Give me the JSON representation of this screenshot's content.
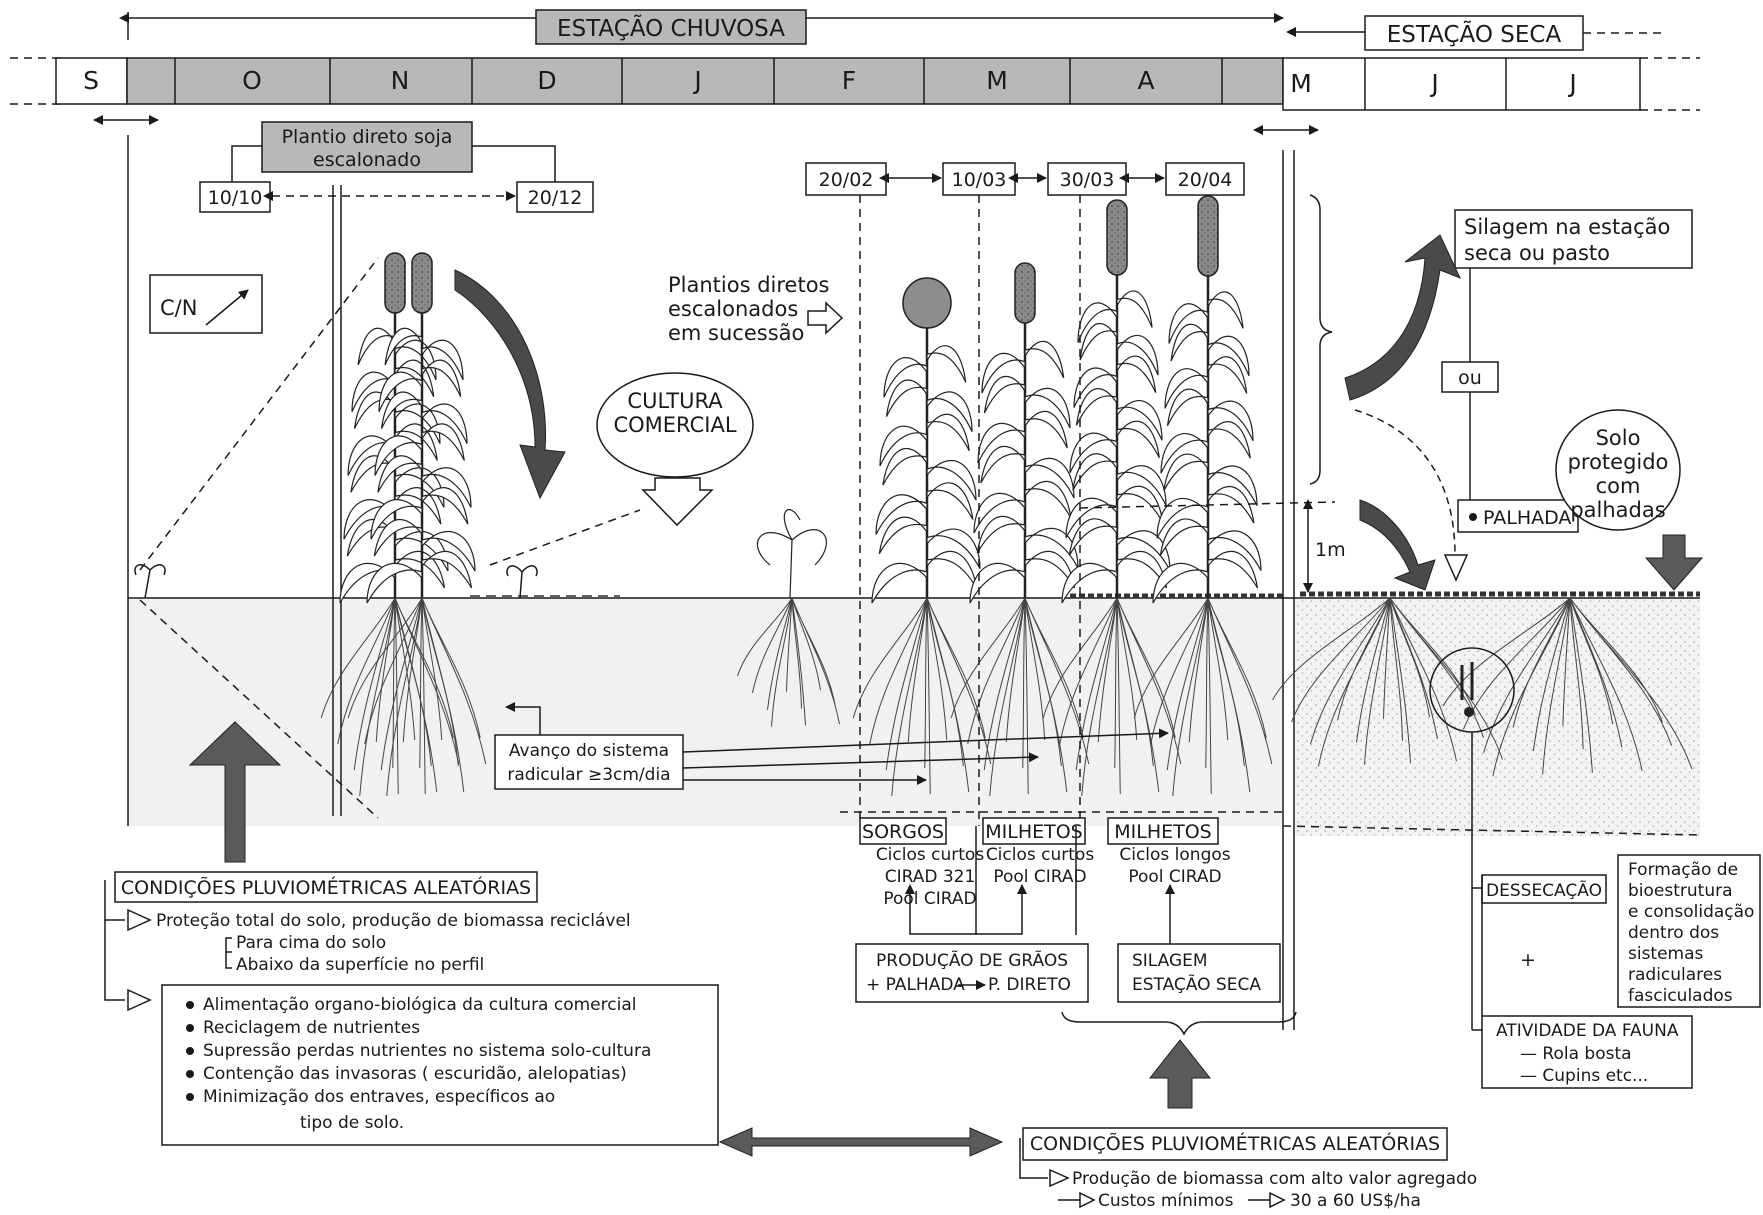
{
  "header": {
    "rainy_season": "ESTAÇÃO CHUVOSA",
    "dry_season": "ESTAÇÃO SECA",
    "months": [
      "S",
      "O",
      "N",
      "D",
      "J",
      "F",
      "M",
      "A",
      "M",
      "J",
      "J"
    ]
  },
  "soy": {
    "title_line1": "Plantio direto soja",
    "title_line2": "escalonado",
    "date_start": "10/10",
    "date_end": "20/12"
  },
  "cn_label": "C/N",
  "succession": {
    "label_line1": "Plantios diretos",
    "label_line2": "escalonados",
    "label_line3": "em sucessão",
    "dates": [
      "20/02",
      "10/03",
      "30/03",
      "20/04"
    ]
  },
  "cultura_comercial": {
    "line1": "CULTURA",
    "line2": "COMERCIAL"
  },
  "root_advance": {
    "line1": "Avanço do sistema",
    "line2": "radicular ≥3cm/dia"
  },
  "height_marker": "1m",
  "crops": {
    "sorgos": {
      "title": "SORGOS",
      "line1": "Ciclos curtos",
      "line2": "CIRAD 321",
      "line3": "Pool CIRAD"
    },
    "milhetos_curtos": {
      "title": "MILHETOS",
      "line1": "Ciclos curtos",
      "line2": "Pool CIRAD"
    },
    "milhetos_longos": {
      "title": "MILHETOS",
      "line1": "Ciclos longos",
      "line2": "Pool CIRAD"
    }
  },
  "producao_graos": {
    "line1": "PRODUÇÃO DE GRÃOS",
    "line2": "+ PALHADA",
    "line3": "P. DIRETO"
  },
  "silagem_seca": {
    "line1": "SILAGEM",
    "line2": "ESTAÇÃO SECA"
  },
  "right": {
    "silagem_line1": "Silagem na estação",
    "silagem_line2": "seca ou pasto",
    "ou": "ou",
    "palhada": "PALHADA",
    "solo_line1": "Solo",
    "solo_line2": "protegido",
    "solo_line3": "com",
    "solo_line4": "palhadas",
    "dessecacao": "DESSECAÇÃO",
    "formacao": [
      "Formação de",
      "bioestrutura",
      "e consolidação",
      "dentro dos",
      "sistemas",
      "radiculares",
      "fasciculados"
    ],
    "plus": "+",
    "atividade": "ATIVIDADE DA FAUNA",
    "rola_bosta": "— Rola bosta",
    "cupins": "— Cupins etc..."
  },
  "left_conditions": {
    "title": "CONDIÇÕES PLUVIOMÉTRICAS ALEATÓRIAS",
    "protecao": "Proteção total do solo, produção de biomassa reciclável",
    "para_cima": "Para cima do solo",
    "abaixo": "Abaixo da superfície no perfil",
    "bullets": [
      "Alimentação organo-biológica da cultura comercial",
      "Reciclagem de nutrientes",
      "Supressão perdas nutrientes no sistema solo-cultura",
      "Contenção das invasoras ( escuridão, alelopatias)",
      "Minimização dos entraves, específicos ao"
    ],
    "bullet_last_cont": "tipo de solo."
  },
  "bottom_conditions": {
    "title": "CONDIÇÕES PLUVIOMÉTRICAS ALEATÓRIAS",
    "line1": "Produção de biomassa com alto valor agregado",
    "line2_a": "Custos mínimos",
    "line2_b": "30 a 60 US$/ha"
  }
}
